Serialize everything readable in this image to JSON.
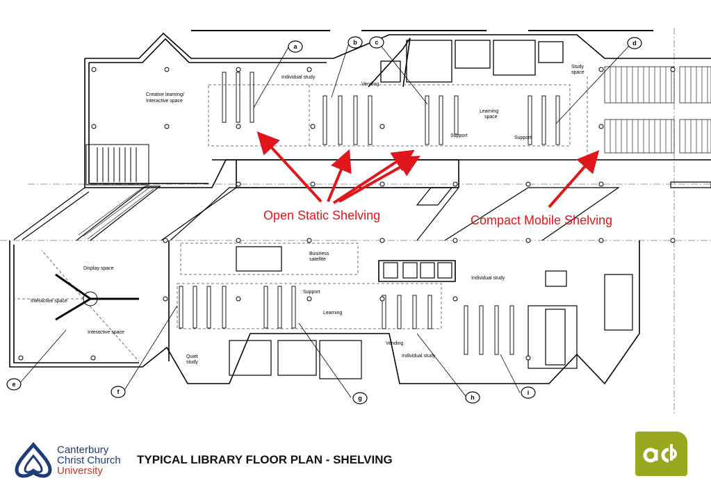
{
  "annotations": {
    "open_static": "Open Static Shelving",
    "compact_mobile": "Compact Mobile Shelving"
  },
  "callouts": [
    "a",
    "b",
    "c",
    "d",
    "e",
    "f",
    "g",
    "h",
    "i"
  ],
  "room_labels": {
    "creative": "Creative learning/",
    "creative2": "Interactive space",
    "individual_study": "Individual study",
    "vending": "Vending",
    "learning_space": "Learning",
    "learning_space2": "space",
    "support": "Support",
    "study_space": "Study",
    "study_space2": "space",
    "display": "Display space",
    "interactive": "Interactive space",
    "business": "Business",
    "business2": "satellite",
    "learning": "Learning",
    "quiet": "Quiet",
    "quiet2": "study"
  },
  "footer": {
    "title": "TYPICAL LIBRARY FLOOR PLAN - SHELVING",
    "uni_line1": "Canterbury",
    "uni_line2": "Christ Church",
    "uni_line3": "University",
    "acp_logo": "acp"
  },
  "colors": {
    "arrow": "#e0161b",
    "brand_blue": "#1c3b78",
    "brand_red": "#c4342c",
    "acp_green": "#9aa820"
  }
}
